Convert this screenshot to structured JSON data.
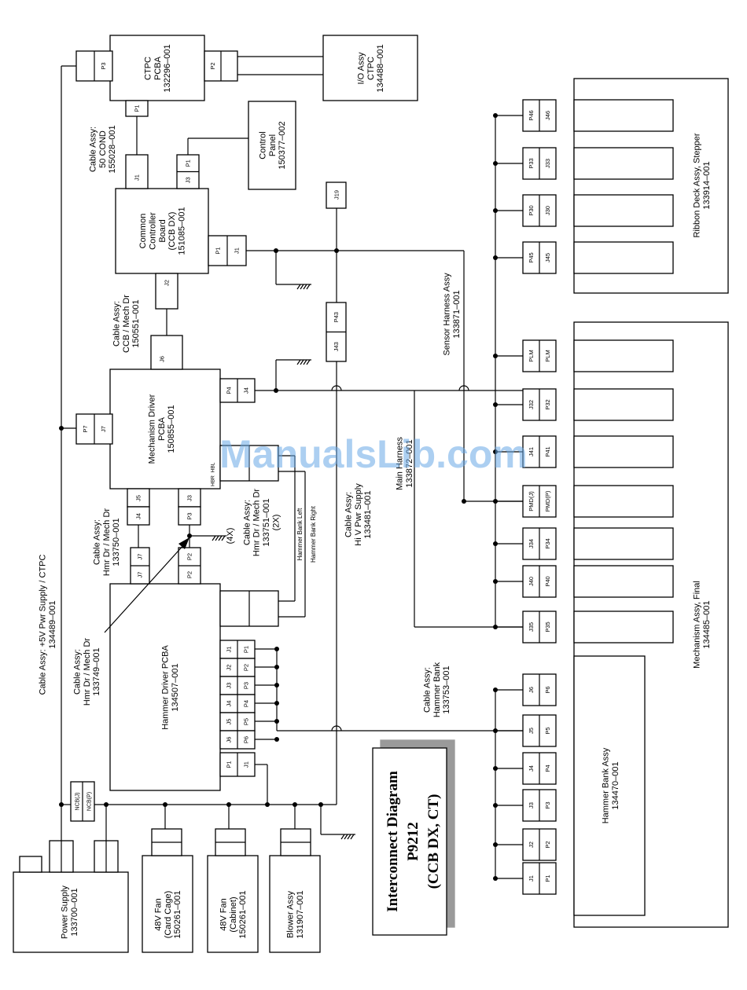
{
  "title": {
    "line1": "Interconnect Diagram",
    "line2": "P9212",
    "line3": "(CCB DX, CT)"
  },
  "watermark": "ManualsLib.com",
  "components": {
    "ctpc": [
      "CTPC",
      "PCBA",
      "132296–001"
    ],
    "io": [
      "I/O Assy",
      "CTPC",
      "134488–001"
    ],
    "control_panel": [
      "Control",
      "Panel",
      "150377–002"
    ],
    "ccb": [
      "Common",
      "Controller",
      "Board",
      "(CCB DX)",
      "151085–001"
    ],
    "mech_driver": [
      "Mechanism Driver",
      "PCBA",
      "150855–001"
    ],
    "hammer_driver": [
      "Hammer Driver PCBA",
      "134507–001"
    ],
    "power_supply": [
      "Power Supply",
      "133700–001"
    ],
    "fan_card": [
      "48V Fan",
      "(Card Cage)",
      "150261–001"
    ],
    "fan_cabinet": [
      "48V Fan",
      "(Cabinet)",
      "150261–001"
    ],
    "blower": [
      "Blower Assy",
      "131907–001"
    ],
    "ribbon_deck": [
      "Ribbon Deck Assy, Stepper",
      "133914–001"
    ],
    "mechanism_final": [
      "Mechanism Assy, Final",
      "134485–001"
    ],
    "hammer_bank": [
      "Hammer Bank Assy",
      "134470–001"
    ]
  },
  "cables": {
    "cable_50cond": [
      "Cable Assy:",
      "50 COND",
      "155028–001"
    ],
    "ccb_mech": [
      "Cable Assy:",
      "CCB / Mech Dr",
      "150551–001"
    ],
    "hmr_750": [
      "Cable Assy:",
      "Hmr Dr / Mech Dr",
      "133750–001"
    ],
    "hmr_749": [
      "Cable Assy:",
      "Hmr Dr / Mech Dr",
      "133749–001"
    ],
    "hmr_751": [
      "Cable Assy:",
      "Hmr Dr / Mech Dr",
      "133751–001",
      "(2X)"
    ],
    "hv_supply": [
      "Cable Assy:",
      "Hi V Pwr Supply",
      "133481–001"
    ],
    "pwr_5v": [
      "Cable Assy: +5V Pwr Supply / CTPC",
      "134489–001"
    ],
    "sensor": [
      "Sensor Harness Assy",
      "133871–001"
    ],
    "main_harness": [
      "Main Harness",
      "133872–001"
    ],
    "hammer_bank_cable": [
      "Cable Assy:",
      "Hammer Bank",
      "133753–001"
    ],
    "hb_left": "Hammer Bank Left",
    "hb_right": "Hammer Bank Right",
    "multiplier_4x": "(4X)"
  },
  "connectors": {
    "ctpc_p3": "P3",
    "ctpc_p2": "P2",
    "ctpc_p1": "P1",
    "cable_j1": "J1",
    "cp_j3": "J3",
    "cp_p1": "P1",
    "ccb_p1": "P1",
    "ccb_j1": "J1",
    "ccb_j2": "J2",
    "j19": "J19",
    "p43": "P43",
    "j43": "J43",
    "md_j6": "J6",
    "md_p4": "P4",
    "md_j4": "J4",
    "md_p7": "P7",
    "md_j7": "J7",
    "md_j5": "J5",
    "md_j3": "J3",
    "md_hbl": "HBL",
    "md_hbr": "HBR",
    "c_j4": "J4",
    "c_p3": "P3",
    "c_j7a": "J7",
    "c_j7b": "J7",
    "c_p2a": "P2",
    "c_p2b": "P2",
    "hd_j1": "J1",
    "hd_p1": "P1",
    "hd_j2": "J2",
    "hd_p2": "P2",
    "hd_j3": "J3",
    "hd_p3": "P3",
    "hd_j4": "J4",
    "hd_p4": "P4",
    "hd_j5": "J5",
    "hd_p5": "P5",
    "hd_j6": "J6",
    "hd_p6": "P6",
    "hd_pwr_p1": "P1",
    "hd_pwr_j1": "J1",
    "ncb_j": "NCB(J)",
    "ncb_p": "NCB(P)",
    "rd_p46": "P46",
    "rd_j46": "J46",
    "rd_p33": "P33",
    "rd_j33": "J33",
    "rd_p30": "P30",
    "rd_j30": "J30",
    "rd_p45": "P45",
    "rd_j45": "J45",
    "mf_plm_a": "PLM",
    "mf_plm_b": "PLM",
    "mf_j32": "J32",
    "mf_p32": "P32",
    "mf_j41": "J41",
    "mf_p41": "P41",
    "mf_pmdj": "PMD(J)",
    "mf_pmdp": "PMD(P)",
    "mf_j34": "J34",
    "mf_p34": "P34",
    "mf_j40": "J40",
    "mf_p40": "P40",
    "mf_j35": "J35",
    "mf_p35": "P35",
    "hb_j6": "J6",
    "hb_p6": "P6",
    "hb_j5": "J5",
    "hb_p5": "P5",
    "hb_j4": "J4",
    "hb_p4": "P4",
    "hb_j3": "J3",
    "hb_p3": "P3",
    "hb_j2": "J2",
    "hb_p2": "P2",
    "hb_j1": "J1",
    "hb_p1": "P1"
  }
}
